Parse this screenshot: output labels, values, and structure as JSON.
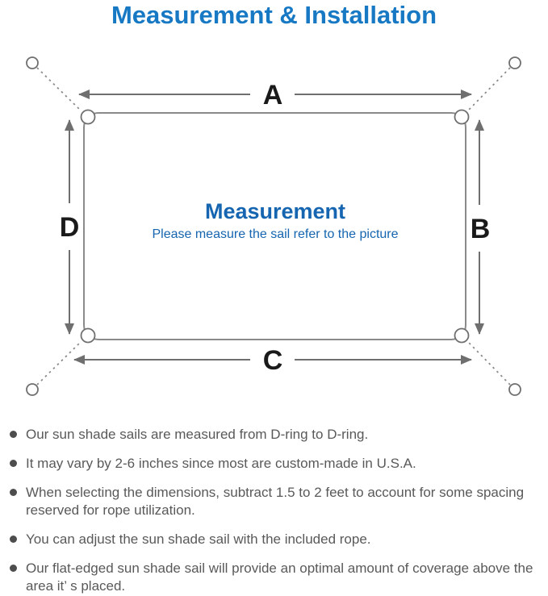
{
  "title": "Measurement & Installation",
  "diagram": {
    "labels": {
      "top": "A",
      "right": "B",
      "bottom": "C",
      "left": "D"
    },
    "center_heading": "Measurement",
    "center_caption": "Please measure the sail refer to the picture"
  },
  "bullets": [
    "Our sun shade sails are measured from D-ring to D-ring.",
    "It may vary by 2-6 inches since most are custom-made in U.S.A.",
    "When selecting the dimensions, subtract 1.5 to 2 feet to account for some spacing reserved for rope utilization.",
    "You can adjust the sun shade sail with the included rope.",
    "Our flat-edged sun shade sail will provide an optimal amount of coverage above the area it’ s placed."
  ],
  "colors": {
    "title_blue": "#1778C4",
    "center_blue": "#1565B0",
    "line_gray": "#8A8A8A",
    "arrow_gray": "#6F6F6F",
    "label_black": "#1A1A1A",
    "text_gray": "#595959"
  }
}
